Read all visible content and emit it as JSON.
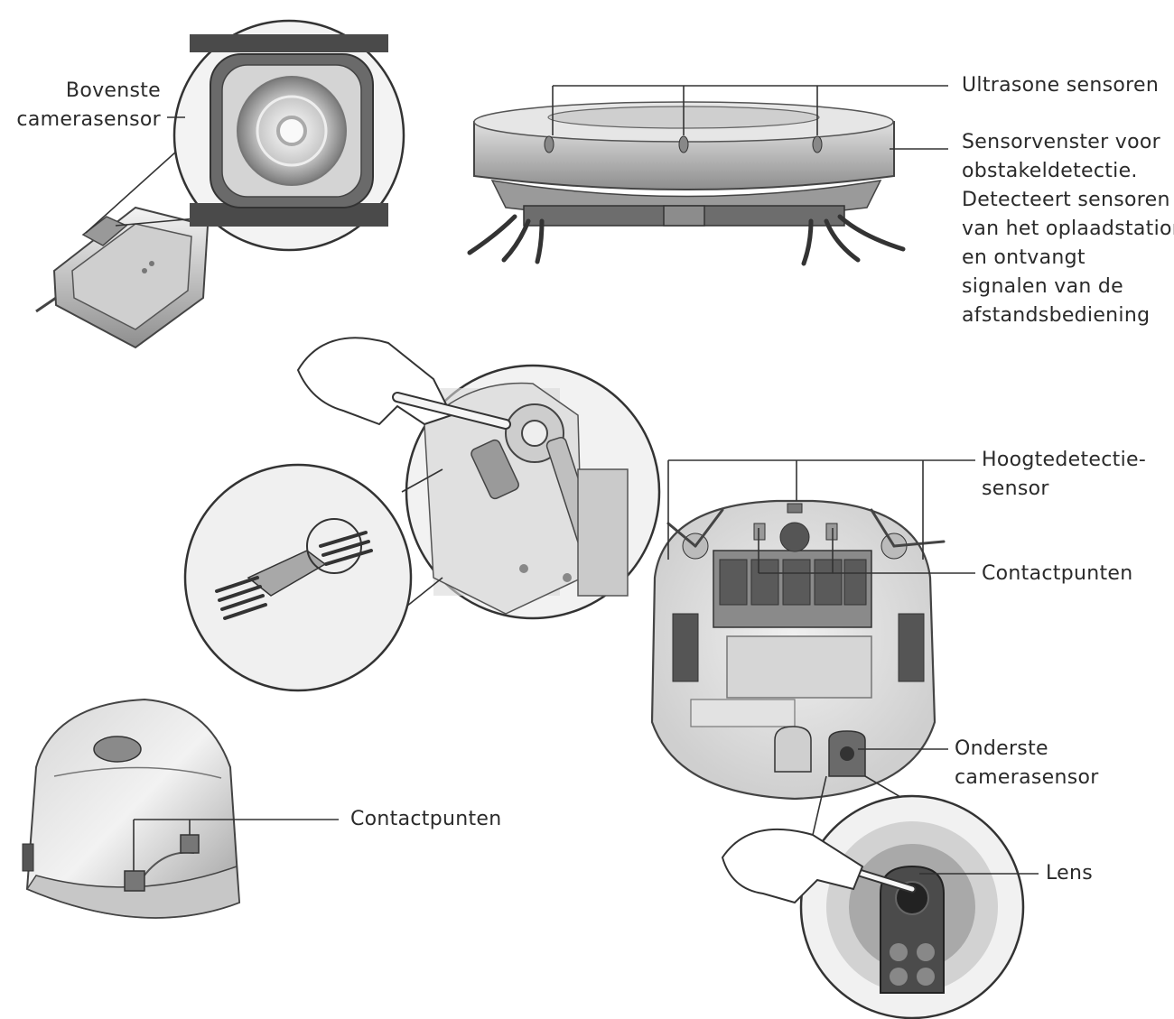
{
  "labels": {
    "top_camera": [
      "Bovenste",
      "camerasensor"
    ],
    "ultrasonic": [
      "Ultrasone sensoren"
    ],
    "sensor_window": [
      "Sensorvenster voor",
      "obstakeldetectie.",
      "Detecteert sensoren",
      "van het oplaadstation",
      "en ontvangt",
      "signalen van de",
      "afstandsbediening"
    ],
    "height_sensor": [
      "Hoogtedetectie-",
      "sensor"
    ],
    "contacts_robot": [
      "Contactpunten"
    ],
    "bottom_camera": [
      "Onderste",
      "camerasensor"
    ],
    "lens": [
      "Lens"
    ],
    "contacts_station": [
      "Contactpunten"
    ]
  },
  "colors": {
    "line": "#3a3a3a",
    "metal_light": "#e8e8e8",
    "metal_mid": "#bdbdbd",
    "metal_dark": "#5a5a5a",
    "panel": "#d9d9d9"
  },
  "icons": [
    "magnifier-circle-icon",
    "hand-icon",
    "cleaning-brush-icon",
    "robot-vacuum-icon",
    "charging-station-icon"
  ]
}
